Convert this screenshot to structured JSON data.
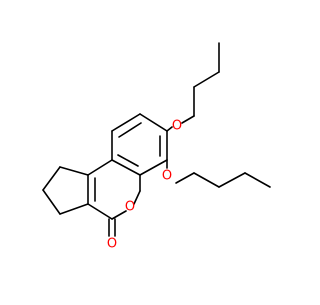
{
  "atom_labels": {
    "ring_oxygen": "O",
    "carbonyl_oxygen": "O",
    "ether_oxygen_upper": "O",
    "ether_oxygen_lower": "O"
  },
  "colors": {
    "bond": "#000000",
    "oxygen": "#ff0000",
    "background": "#ffffff"
  }
}
